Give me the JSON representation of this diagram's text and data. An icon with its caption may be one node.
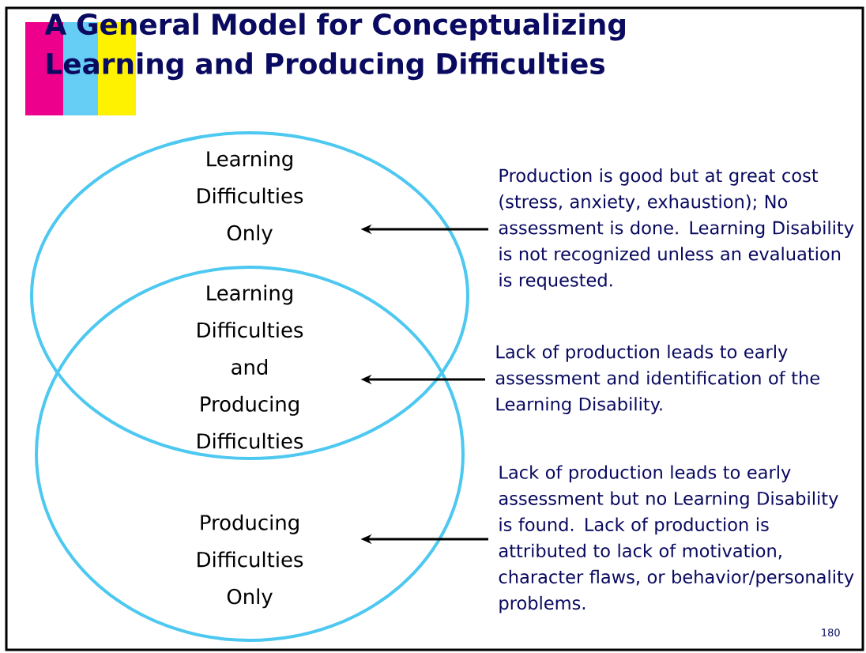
{
  "diagram": {
    "title": "A General Model for Conceptualizing Learning and Producing Difficulties",
    "nodes": [
      {
        "text": [
          "Learning Difficulties Only"
        ]
      },
      {
        "text": [
          "Learning Difficulties and Producing Difficulties"
        ]
      },
      {
        "text": [
          "Producing Difficulties Only"
        ]
      },
      {
        "text": [
          "Production is good but at great cost (stress, anxiety, exhaustion); No assessment is done. Learning Disability is not recognized unless an evaluation is requested."
        ]
      },
      {
        "text": [
          "Lack of production leads to early assessment and identification of the Learning Disability."
        ]
      },
      {
        "text": [
          "Lack of production leads to early assessment but no Learning Disability is found.  Lack of production is attributed to lack of motivation, character flaws,  or behavior/personality problems."
        ]
      }
    ],
    "edges": [
      {
        "from": 3,
        "to": 0,
        "arrow": "to"
      },
      {
        "from": 4,
        "to": 1,
        "arrow": "to"
      },
      {
        "from": 5,
        "to": 2,
        "arrow": "to"
      }
    ],
    "labels": [
      "180"
    ]
  }
}
